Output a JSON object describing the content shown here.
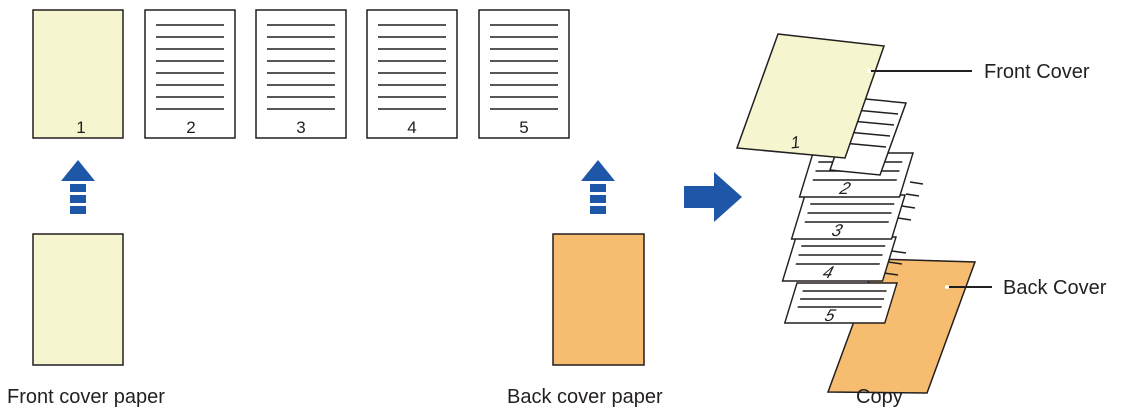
{
  "colors": {
    "front_cover": "#f5f6cf",
    "back_cover": "#f6bc6f",
    "arrow": "#1f57a8",
    "outline": "#231f20",
    "page": "#ffffff"
  },
  "originals": {
    "pages": [
      {
        "number": "1",
        "kind": "front-cover"
      },
      {
        "number": "2",
        "kind": "text"
      },
      {
        "number": "3",
        "kind": "text"
      },
      {
        "number": "4",
        "kind": "text"
      },
      {
        "number": "5",
        "kind": "text"
      }
    ]
  },
  "labels": {
    "front_cover_paper": "Front cover paper",
    "back_cover_paper": "Back cover paper",
    "copy": "Copy",
    "front_cover": "Front Cover",
    "back_cover": "Back Cover"
  },
  "copy_stack": {
    "sheets": [
      {
        "number": "1",
        "kind": "front-cover"
      },
      {
        "number": "2",
        "kind": "text"
      },
      {
        "number": "3",
        "kind": "text"
      },
      {
        "number": "4",
        "kind": "text"
      },
      {
        "number": "5",
        "kind": "text"
      },
      {
        "number": "",
        "kind": "back-cover"
      }
    ]
  },
  "icons": [
    "dashed-up-arrow-icon",
    "right-arrow-icon"
  ]
}
